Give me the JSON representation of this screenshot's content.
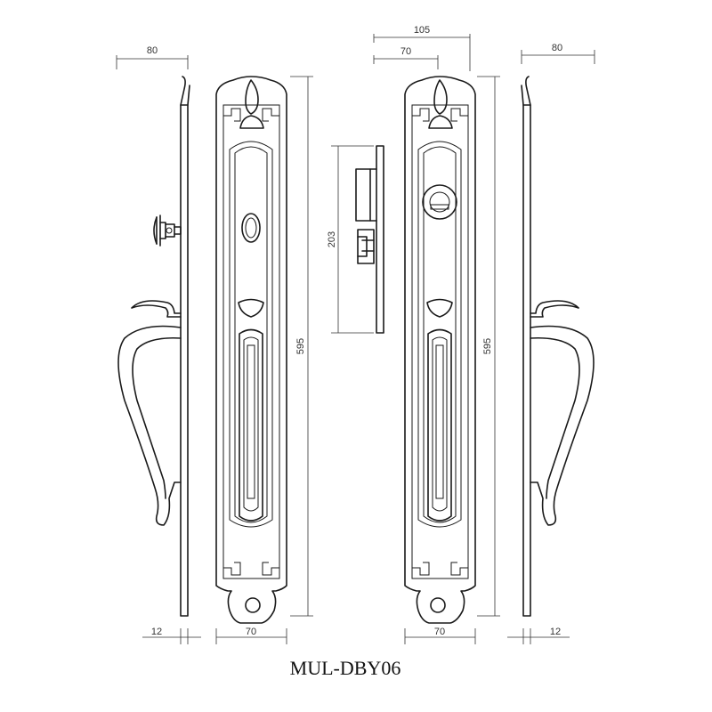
{
  "model": "MUL-DBY06",
  "dimensions": {
    "left_projection_width": "80",
    "outer_width": "105",
    "inner_width": "70",
    "right_projection_width": "80",
    "mortise_height": "203",
    "left_overall_height": "595",
    "right_overall_height": "595",
    "left_thickness": "12",
    "left_plate_width": "70",
    "right_plate_width": "70",
    "right_thickness": "12"
  }
}
